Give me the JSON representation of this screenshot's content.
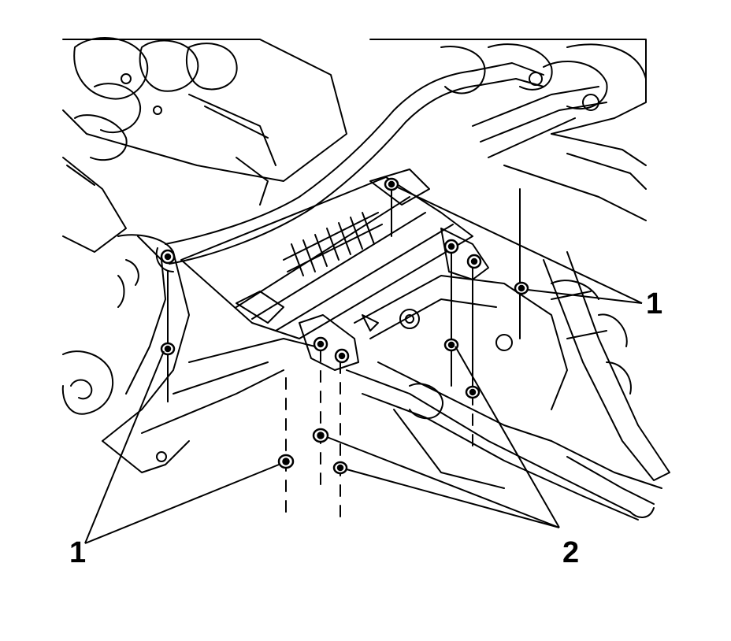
{
  "diagram": {
    "callouts": [
      {
        "id": "c1-right",
        "label": "1"
      },
      {
        "id": "c1-left",
        "label": "1"
      },
      {
        "id": "c2",
        "label": "2"
      }
    ],
    "line_color": "#000000",
    "background": "#ffffff"
  }
}
